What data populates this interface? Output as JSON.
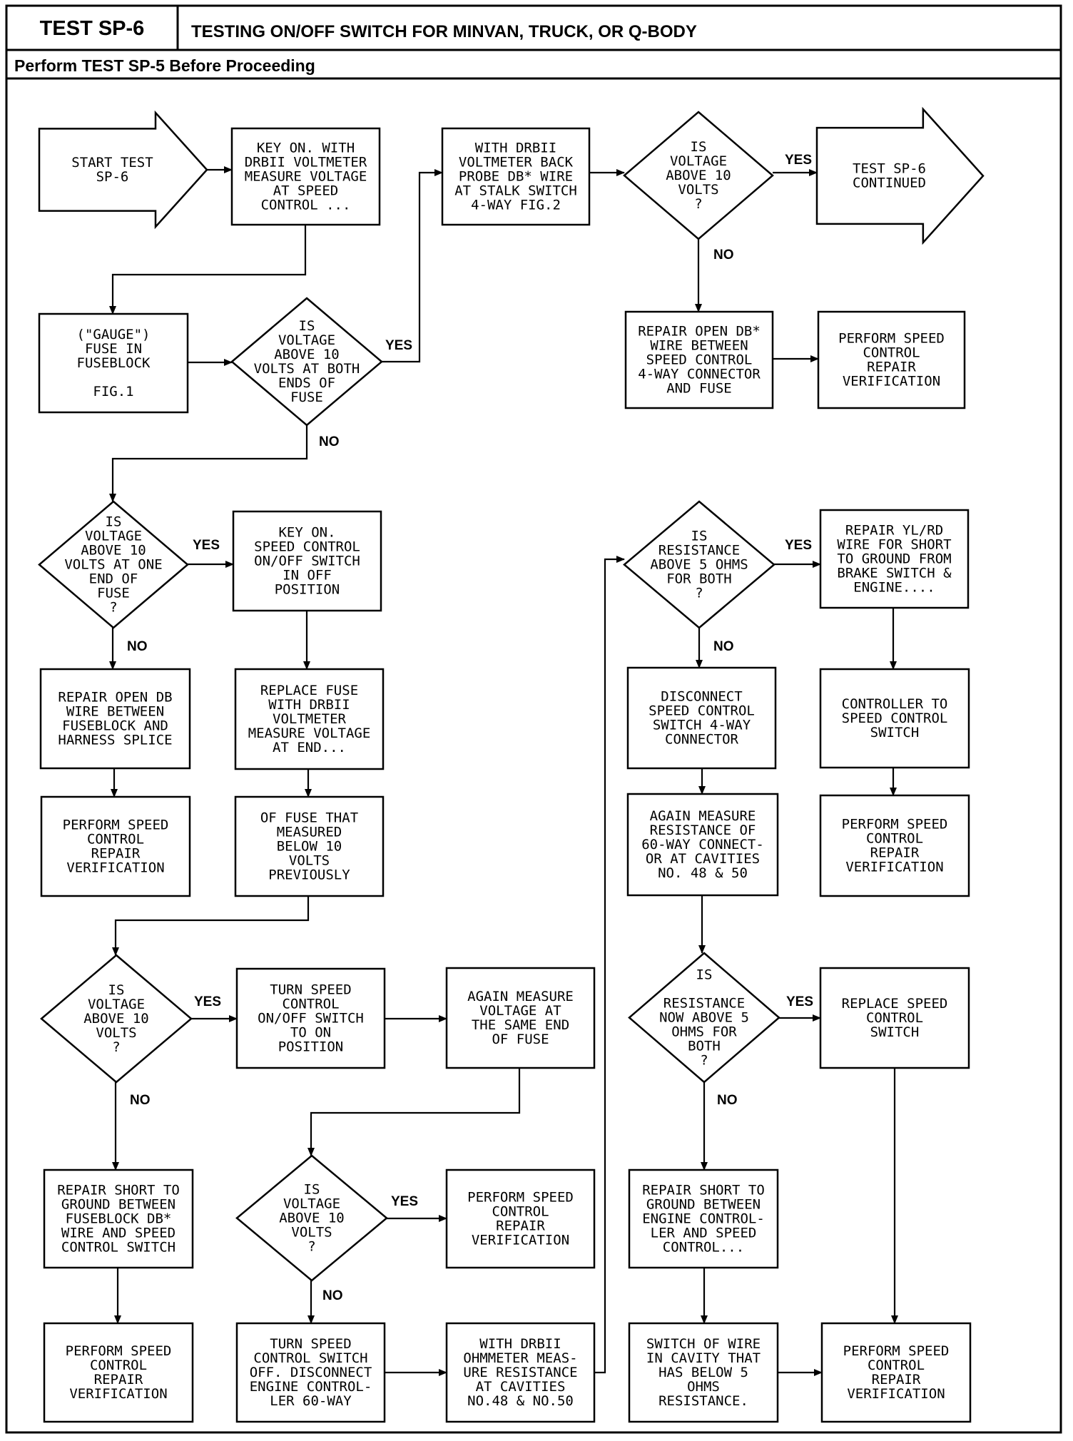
{
  "header": {
    "test_id": "TEST SP-6",
    "title": "TESTING ON/OFF SWITCH FOR MINVAN, TRUCK, OR Q-BODY",
    "subtitle": "Perform TEST SP-5 Before Proceeding"
  },
  "edge_labels": {
    "yes": "YES",
    "no": "NO"
  },
  "nodes": {
    "start": [
      "START TEST",
      "SP-6"
    ],
    "a1": [
      "KEY ON. WITH",
      "DRBII VOLTMETER",
      "MEASURE VOLTAGE",
      "AT SPEED",
      "CONTROL ..."
    ],
    "a2": [
      "WITH DRBII",
      "VOLTMETER BACK",
      "PROBE DB* WIRE",
      "AT STALK SWITCH",
      "4-WAY FIG.2"
    ],
    "d1": [
      "IS",
      "VOLTAGE",
      "ABOVE 10",
      "VOLTS",
      "?"
    ],
    "cont": [
      "TEST SP-6",
      "CONTINUED"
    ],
    "b1": [
      "(\"GAUGE\")",
      "FUSE IN",
      "FUSEBLOCK",
      "",
      "FIG.1"
    ],
    "d2": [
      "IS",
      "VOLTAGE",
      "ABOVE 10",
      "VOLTS AT BOTH",
      "ENDS OF",
      "FUSE"
    ],
    "r1": [
      "REPAIR OPEN DB*",
      "WIRE BETWEEN",
      "SPEED CONTROL",
      "4-WAY CONNECTOR",
      "AND FUSE"
    ],
    "p1": [
      "PERFORM SPEED",
      "CONTROL",
      "REPAIR",
      "VERIFICATION"
    ],
    "d3": [
      "IS",
      "VOLTAGE",
      "ABOVE 10",
      "VOLTS AT ONE",
      "END OF",
      "FUSE",
      "?"
    ],
    "k1": [
      "KEY ON.",
      "SPEED CONTROL",
      "ON/OFF SWITCH",
      "IN OFF",
      "POSITION"
    ],
    "r2": [
      "REPAIR OPEN DB",
      "WIRE BETWEEN",
      "FUSEBLOCK AND",
      "HARNESS SPLICE"
    ],
    "f1": [
      "REPLACE FUSE",
      "WITH DRBII",
      "VOLTMETER",
      "MEASURE VOLTAGE",
      "AT END..."
    ],
    "p2": [
      "PERFORM SPEED",
      "CONTROL",
      "REPAIR",
      "VERIFICATION"
    ],
    "f2": [
      "OF FUSE THAT",
      "MEASURED",
      "BELOW 10",
      "VOLTS",
      "PREVIOUSLY"
    ],
    "d5": [
      "IS",
      "RESISTANCE",
      "ABOVE 5 OHMS",
      "FOR BOTH",
      "?"
    ],
    "y1": [
      "REPAIR YL/RD",
      "WIRE FOR SHORT",
      "TO GROUND FROM",
      "BRAKE SWITCH &",
      "ENGINE...."
    ],
    "dc": [
      "DISCONNECT",
      "SPEED CONTROL",
      "SWITCH 4-WAY",
      "CONNECTOR"
    ],
    "ct": [
      "CONTROLLER TO",
      "SPEED CONTROL",
      "SWITCH"
    ],
    "am": [
      "AGAIN MEASURE",
      "RESISTANCE OF",
      "60-WAY CONNECT-",
      "OR AT CAVITIES",
      "NO. 48 & 50"
    ],
    "p3": [
      "PERFORM SPEED",
      "CONTROL",
      "REPAIR",
      "VERIFICATION"
    ],
    "d4": [
      "IS",
      "VOLTAGE",
      "ABOVE 10",
      "VOLTS",
      "?"
    ],
    "t1": [
      "TURN SPEED",
      "CONTROL",
      "ON/OFF SWITCH",
      "TO ON",
      "POSITION"
    ],
    "ag": [
      "AGAIN MEASURE",
      "VOLTAGE AT",
      "THE SAME END",
      "OF FUSE"
    ],
    "d6": [
      "IS",
      "",
      "RESISTANCE",
      "NOW ABOVE 5",
      "OHMS FOR",
      "BOTH",
      "?"
    ],
    "rs": [
      "REPLACE SPEED",
      "CONTROL",
      "SWITCH"
    ],
    "r3": [
      "REPAIR SHORT TO",
      "GROUND BETWEEN",
      "FUSEBLOCK DB*",
      "WIRE AND SPEED",
      "CONTROL SWITCH"
    ],
    "d7": [
      "IS",
      "VOLTAGE",
      "ABOVE 10",
      "VOLTS",
      "?"
    ],
    "p4": [
      "PERFORM SPEED",
      "CONTROL",
      "REPAIR",
      "VERIFICATION"
    ],
    "r4": [
      "REPAIR SHORT TO",
      "GROUND BETWEEN",
      "ENGINE CONTROL-",
      "LER AND SPEED",
      "CONTROL..."
    ],
    "p5": [
      "PERFORM SPEED",
      "CONTROL",
      "REPAIR",
      "VERIFICATION"
    ],
    "t2": [
      "TURN SPEED",
      "CONTROL SWITCH",
      "OFF. DISCONNECT",
      "ENGINE CONTROL-",
      "LER 60-WAY"
    ],
    "wd": [
      "WITH DRBII",
      "OHMMETER MEAS-",
      "URE RESISTANCE",
      "AT CAVITIES",
      "NO.48 & NO.50"
    ],
    "sw": [
      "SWITCH OF WIRE",
      "IN CAVITY THAT",
      "HAS BELOW 5",
      "OHMS",
      "RESISTANCE."
    ],
    "p6": [
      "PERFORM SPEED",
      "CONTROL",
      "REPAIR",
      "VERIFICATION"
    ]
  }
}
